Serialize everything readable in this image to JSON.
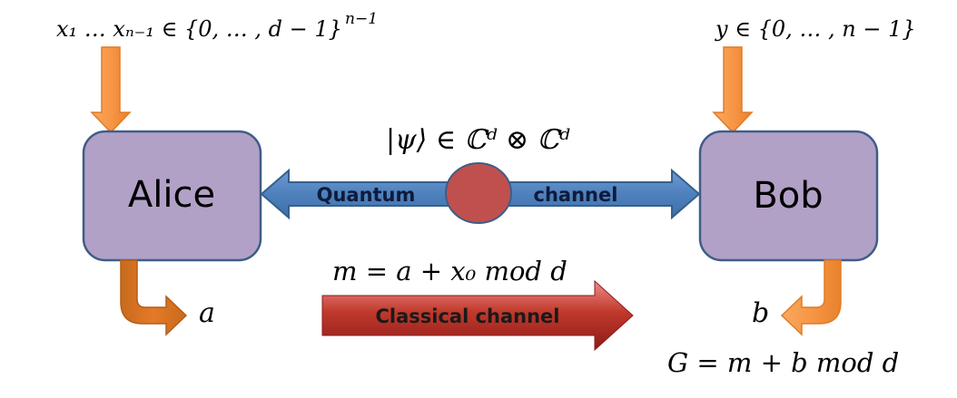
{
  "inputs": {
    "alice_input": "x₁ … xₙ₋₁ ∈ {0, … , d − 1}",
    "alice_input_exponent": "n−1",
    "bob_input": "y ∈ {0, … , n − 1}"
  },
  "parties": {
    "alice": "Alice",
    "bob": "Bob"
  },
  "quantum": {
    "state": "|ψ⟩ ∈ ℂᵈ ⊗ ℂᵈ",
    "label_left": "Quantum",
    "label_right": "channel"
  },
  "classical": {
    "message_formula": "m = a + x₀ mod d",
    "label": "Classical channel"
  },
  "outputs": {
    "alice_output": "a",
    "bob_output": "b",
    "guess_formula": "G = m + b mod d"
  },
  "colors": {
    "party_fill": "#b2a1c7",
    "party_stroke": "#3f5d87",
    "quantum_arrow": "#4f81bd",
    "quantum_circle": "#c0504d",
    "input_arrow": "#f79646",
    "alice_output_arrow": "#e36c09",
    "classical_arrow_top": "#e06666",
    "classical_arrow_bottom": "#a61c1c"
  }
}
